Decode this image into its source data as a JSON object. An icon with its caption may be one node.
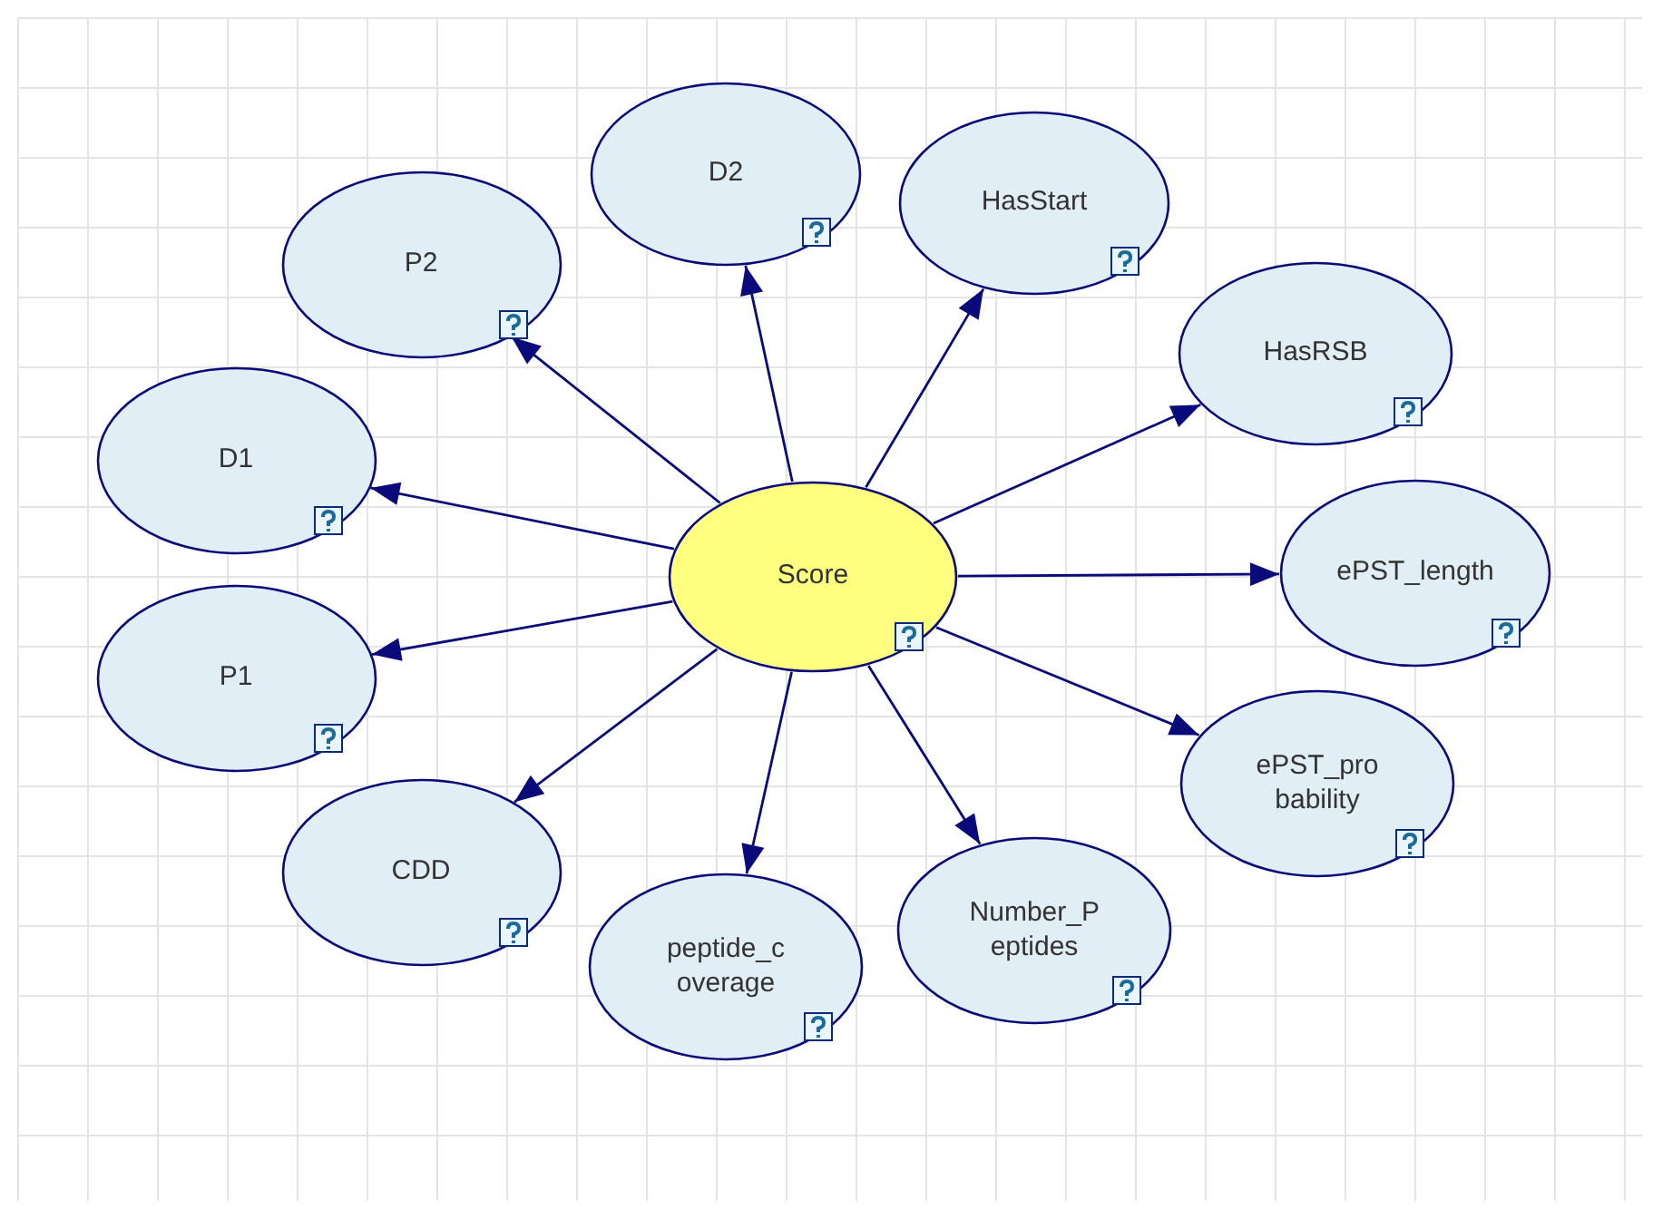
{
  "diagram": {
    "nodes": [
      {
        "text": [
          "D2"
        ]
      },
      {
        "text": [
          "HasStart"
        ]
      },
      {
        "text": [
          "P2"
        ]
      },
      {
        "text": [
          "HasRSB"
        ]
      },
      {
        "text": [
          "D1"
        ]
      },
      {
        "text": [
          "Score"
        ]
      },
      {
        "text": [
          "ePST_length"
        ]
      },
      {
        "text": [
          "P1"
        ]
      },
      {
        "text": [
          "ePST_pro bability"
        ]
      },
      {
        "text": [
          "CDD"
        ]
      },
      {
        "text": [
          "Number_P eptides"
        ]
      },
      {
        "text": [
          "peptide_c overage"
        ]
      }
    ],
    "edges": [
      {
        "from": 5,
        "to": 0,
        "arrow": "to"
      },
      {
        "from": 5,
        "to": 1,
        "arrow": "to"
      },
      {
        "from": 5,
        "to": 2,
        "arrow": "to"
      },
      {
        "from": 5,
        "to": 3,
        "arrow": "to"
      },
      {
        "from": 5,
        "to": 4,
        "arrow": "to"
      },
      {
        "from": 5,
        "to": 6,
        "arrow": "to"
      },
      {
        "from": 5,
        "to": 7,
        "arrow": "to"
      },
      {
        "from": 5,
        "to": 8,
        "arrow": "to"
      },
      {
        "from": 5,
        "to": 9,
        "arrow": "to"
      },
      {
        "from": 5,
        "to": 10,
        "arrow": "to"
      },
      {
        "from": 5,
        "to": 11,
        "arrow": "to"
      }
    ]
  }
}
